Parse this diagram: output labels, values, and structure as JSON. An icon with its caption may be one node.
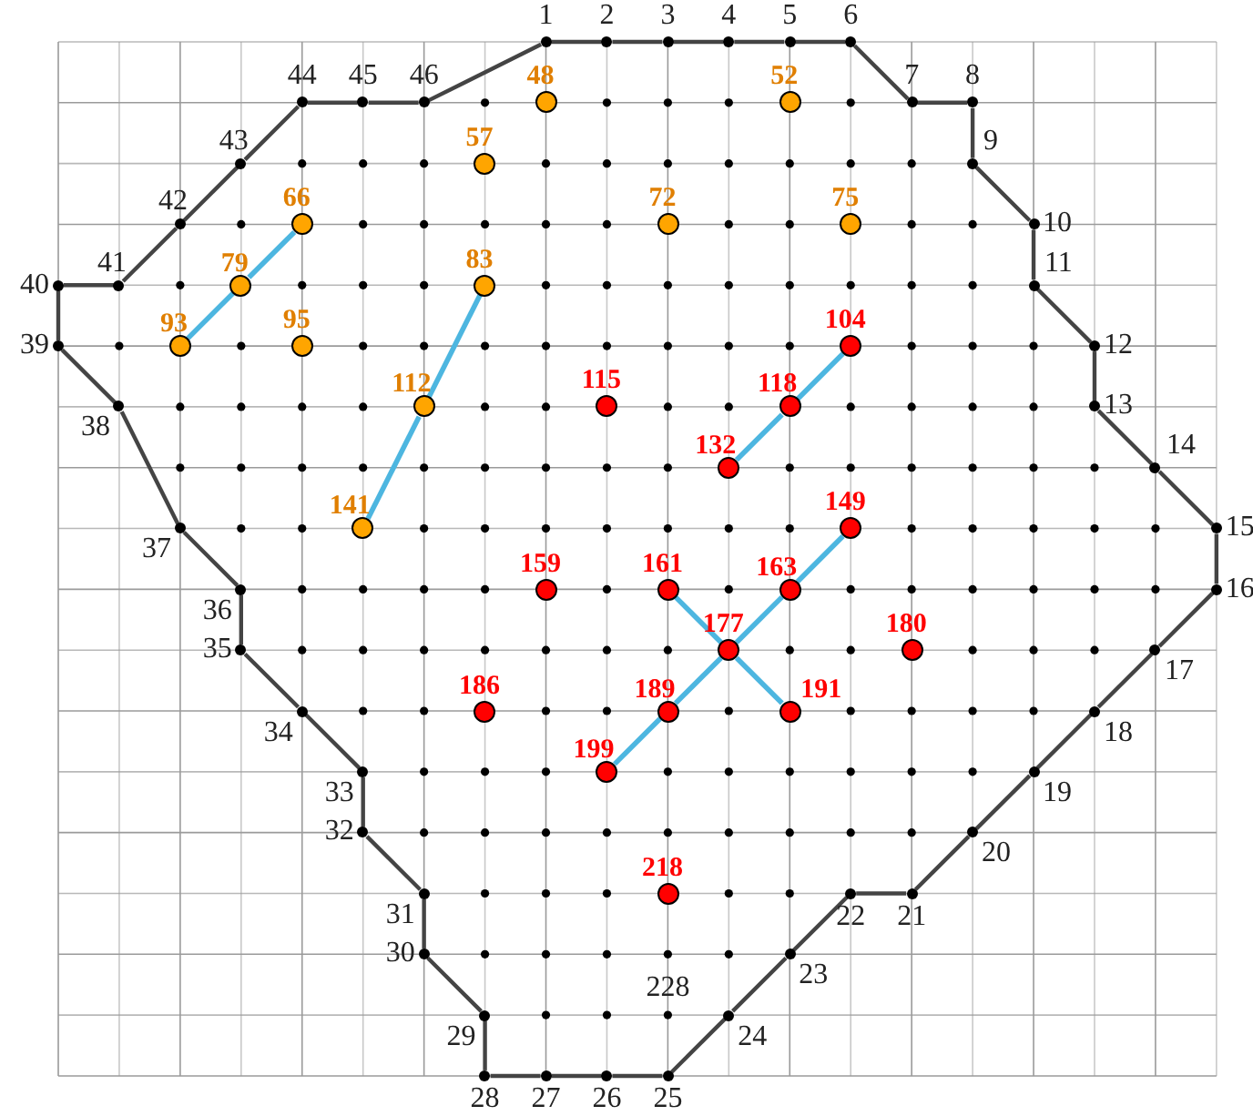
{
  "diagram": {
    "nodes": [
      {
        "text": [],
        "shape": "circle",
        "beside": [
          "1"
        ]
      },
      {
        "text": [],
        "shape": "circle",
        "beside": [
          "2"
        ]
      },
      {
        "text": [],
        "shape": "circle",
        "beside": [
          "3"
        ]
      },
      {
        "text": [],
        "shape": "circle",
        "beside": [
          "4"
        ]
      },
      {
        "text": [],
        "shape": "circle",
        "beside": [
          "5"
        ]
      },
      {
        "text": [],
        "shape": "circle",
        "beside": [
          "6"
        ]
      },
      {
        "text": [],
        "shape": "circle",
        "beside": [
          "7"
        ]
      },
      {
        "text": [],
        "shape": "circle",
        "beside": [
          "8"
        ]
      },
      {
        "text": [],
        "shape": "circle",
        "beside": [
          "9"
        ]
      },
      {
        "text": [],
        "shape": "circle",
        "beside": [
          "10"
        ]
      },
      {
        "text": [],
        "shape": "circle",
        "beside": [
          "11"
        ]
      },
      {
        "text": [],
        "shape": "circle",
        "beside": [
          "12"
        ]
      },
      {
        "text": [],
        "shape": "circle",
        "beside": [
          "13"
        ]
      },
      {
        "text": [],
        "shape": "circle",
        "beside": [
          "14"
        ]
      },
      {
        "text": [],
        "shape": "circle",
        "beside": [
          "15"
        ]
      },
      {
        "text": [],
        "shape": "circle",
        "beside": [
          "16"
        ]
      },
      {
        "text": [],
        "shape": "circle",
        "beside": [
          "17"
        ]
      },
      {
        "text": [],
        "shape": "circle",
        "beside": [
          "18"
        ]
      },
      {
        "text": [],
        "shape": "circle",
        "beside": [
          "19"
        ]
      },
      {
        "text": [],
        "shape": "circle",
        "beside": [
          "20"
        ]
      },
      {
        "text": [],
        "shape": "circle",
        "beside": [
          "21"
        ]
      },
      {
        "text": [],
        "shape": "circle",
        "beside": [
          "22"
        ]
      },
      {
        "text": [],
        "shape": "circle",
        "beside": [
          "23"
        ]
      },
      {
        "text": [],
        "shape": "circle",
        "beside": [
          "24"
        ]
      },
      {
        "text": [],
        "shape": "circle",
        "beside": [
          "25"
        ]
      },
      {
        "text": [],
        "shape": "circle",
        "beside": [
          "26"
        ]
      },
      {
        "text": [],
        "shape": "circle",
        "beside": [
          "27"
        ]
      },
      {
        "text": [],
        "shape": "circle",
        "beside": [
          "28"
        ]
      },
      {
        "text": [],
        "shape": "circle",
        "beside": [
          "29"
        ]
      },
      {
        "text": [],
        "shape": "circle",
        "beside": [
          "30"
        ]
      },
      {
        "text": [],
        "shape": "circle",
        "beside": [
          "31"
        ]
      },
      {
        "text": [],
        "shape": "circle",
        "beside": [
          "32"
        ]
      },
      {
        "text": [],
        "shape": "circle",
        "beside": [
          "33"
        ]
      },
      {
        "text": [],
        "shape": "circle",
        "beside": [
          "34"
        ]
      },
      {
        "text": [],
        "shape": "circle",
        "beside": [
          "35"
        ]
      },
      {
        "text": [],
        "shape": "circle",
        "beside": [
          "36"
        ]
      },
      {
        "text": [],
        "shape": "circle",
        "beside": [
          "37"
        ]
      },
      {
        "text": [],
        "shape": "circle",
        "beside": [
          "38"
        ]
      },
      {
        "text": [],
        "shape": "circle",
        "beside": [
          "39"
        ]
      },
      {
        "text": [],
        "shape": "circle",
        "beside": [
          "40"
        ]
      },
      {
        "text": [],
        "shape": "circle",
        "beside": [
          "41"
        ]
      },
      {
        "text": [],
        "shape": "circle",
        "beside": [
          "42"
        ]
      },
      {
        "text": [],
        "shape": "circle",
        "beside": [
          "43"
        ]
      },
      {
        "text": [],
        "shape": "circle",
        "beside": [
          "44"
        ]
      },
      {
        "text": [],
        "shape": "circle",
        "beside": [
          "45"
        ]
      },
      {
        "text": [],
        "shape": "circle",
        "beside": [
          "46"
        ]
      },
      {
        "text": [],
        "shape": "circle",
        "beside": [
          "48"
        ]
      },
      {
        "text": [],
        "shape": "circle",
        "beside": [
          "52"
        ]
      },
      {
        "text": [],
        "shape": "circle",
        "beside": [
          "57"
        ]
      },
      {
        "text": [],
        "shape": "circle",
        "beside": [
          "66"
        ]
      },
      {
        "text": [],
        "shape": "circle",
        "beside": [
          "72"
        ]
      },
      {
        "text": [],
        "shape": "circle",
        "beside": [
          "75"
        ]
      },
      {
        "text": [],
        "shape": "circle",
        "beside": [
          "79"
        ]
      },
      {
        "text": [],
        "shape": "circle",
        "beside": [
          "83"
        ]
      },
      {
        "text": [],
        "shape": "circle",
        "beside": [
          "93"
        ]
      },
      {
        "text": [],
        "shape": "circle",
        "beside": [
          "95"
        ]
      },
      {
        "text": [],
        "shape": "circle",
        "beside": [
          "104"
        ]
      },
      {
        "text": [],
        "shape": "circle",
        "beside": [
          "112"
        ]
      },
      {
        "text": [],
        "shape": "circle",
        "beside": [
          "115"
        ]
      },
      {
        "text": [],
        "shape": "circle",
        "beside": [
          "118"
        ]
      },
      {
        "text": [],
        "shape": "circle",
        "beside": [
          "132"
        ]
      },
      {
        "text": [],
        "shape": "circle",
        "beside": [
          "141"
        ]
      },
      {
        "text": [],
        "shape": "circle",
        "beside": [
          "149"
        ]
      },
      {
        "text": [],
        "shape": "circle",
        "beside": [
          "159"
        ]
      },
      {
        "text": [],
        "shape": "circle",
        "beside": [
          "161"
        ]
      },
      {
        "text": [],
        "shape": "circle",
        "beside": [
          "163"
        ]
      },
      {
        "text": [],
        "shape": "circle",
        "beside": [
          "177"
        ]
      },
      {
        "text": [],
        "shape": "circle",
        "beside": [
          "180"
        ]
      },
      {
        "text": [],
        "shape": "circle",
        "beside": [
          "186"
        ]
      },
      {
        "text": [],
        "shape": "circle",
        "beside": [
          "189"
        ]
      },
      {
        "text": [],
        "shape": "circle",
        "beside": [
          "191"
        ]
      },
      {
        "text": [],
        "shape": "circle",
        "beside": [
          "199"
        ]
      },
      {
        "text": [],
        "shape": "circle",
        "beside": [
          "218"
        ]
      }
    ],
    "edges": [
      {
        "from": 0,
        "to": 1,
        "arrow": "none"
      },
      {
        "from": 1,
        "to": 2,
        "arrow": "none"
      },
      {
        "from": 2,
        "to": 3,
        "arrow": "none"
      },
      {
        "from": 3,
        "to": 4,
        "arrow": "none"
      },
      {
        "from": 4,
        "to": 5,
        "arrow": "none"
      },
      {
        "from": 5,
        "to": 6,
        "arrow": "none"
      },
      {
        "from": 6,
        "to": 7,
        "arrow": "none"
      },
      {
        "from": 7,
        "to": 8,
        "arrow": "none"
      },
      {
        "from": 8,
        "to": 9,
        "arrow": "none"
      },
      {
        "from": 9,
        "to": 10,
        "arrow": "none"
      },
      {
        "from": 10,
        "to": 11,
        "arrow": "none"
      },
      {
        "from": 11,
        "to": 12,
        "arrow": "none"
      },
      {
        "from": 12,
        "to": 13,
        "arrow": "none"
      },
      {
        "from": 13,
        "to": 14,
        "arrow": "none"
      },
      {
        "from": 14,
        "to": 15,
        "arrow": "none"
      },
      {
        "from": 15,
        "to": 16,
        "arrow": "none"
      },
      {
        "from": 16,
        "to": 17,
        "arrow": "none"
      },
      {
        "from": 17,
        "to": 18,
        "arrow": "none"
      },
      {
        "from": 18,
        "to": 19,
        "arrow": "none"
      },
      {
        "from": 19,
        "to": 20,
        "arrow": "none"
      },
      {
        "from": 20,
        "to": 21,
        "arrow": "none"
      },
      {
        "from": 21,
        "to": 22,
        "arrow": "none"
      },
      {
        "from": 22,
        "to": 23,
        "arrow": "none"
      },
      {
        "from": 23,
        "to": 24,
        "arrow": "none"
      },
      {
        "from": 24,
        "to": 25,
        "arrow": "none"
      },
      {
        "from": 25,
        "to": 26,
        "arrow": "none"
      },
      {
        "from": 26,
        "to": 27,
        "arrow": "none"
      },
      {
        "from": 27,
        "to": 28,
        "arrow": "none"
      },
      {
        "from": 28,
        "to": 29,
        "arrow": "none"
      },
      {
        "from": 29,
        "to": 30,
        "arrow": "none"
      },
      {
        "from": 30,
        "to": 31,
        "arrow": "none"
      },
      {
        "from": 31,
        "to": 32,
        "arrow": "none"
      },
      {
        "from": 32,
        "to": 33,
        "arrow": "none"
      },
      {
        "from": 33,
        "to": 34,
        "arrow": "none"
      },
      {
        "from": 34,
        "to": 35,
        "arrow": "none"
      },
      {
        "from": 35,
        "to": 36,
        "arrow": "none"
      },
      {
        "from": 36,
        "to": 37,
        "arrow": "none"
      },
      {
        "from": 37,
        "to": 38,
        "arrow": "none"
      },
      {
        "from": 38,
        "to": 39,
        "arrow": "none"
      },
      {
        "from": 39,
        "to": 40,
        "arrow": "none"
      },
      {
        "from": 40,
        "to": 41,
        "arrow": "none"
      },
      {
        "from": 41,
        "to": 42,
        "arrow": "none"
      },
      {
        "from": 42,
        "to": 43,
        "arrow": "none"
      },
      {
        "from": 43,
        "to": 44,
        "arrow": "none"
      },
      {
        "from": 44,
        "to": 45,
        "arrow": "none"
      },
      {
        "from": 45,
        "to": 0,
        "arrow": "none"
      },
      {
        "from": 49,
        "to": 52,
        "arrow": "none",
        "color": "#4db6e0"
      },
      {
        "from": 52,
        "to": 54,
        "arrow": "none",
        "color": "#4db6e0"
      },
      {
        "from": 53,
        "to": 57,
        "arrow": "none",
        "color": "#4db6e0"
      },
      {
        "from": 57,
        "to": 61,
        "arrow": "none",
        "color": "#4db6e0"
      },
      {
        "from": 56,
        "to": 59,
        "arrow": "none",
        "color": "#4db6e0"
      },
      {
        "from": 59,
        "to": 60,
        "arrow": "none",
        "color": "#4db6e0"
      },
      {
        "from": 62,
        "to": 65,
        "arrow": "none",
        "color": "#4db6e0"
      },
      {
        "from": 65,
        "to": 66,
        "arrow": "none",
        "color": "#4db6e0"
      },
      {
        "from": 66,
        "to": 69,
        "arrow": "none",
        "color": "#4db6e0"
      },
      {
        "from": 69,
        "to": 71,
        "arrow": "none",
        "color": "#4db6e0"
      },
      {
        "from": 64,
        "to": 66,
        "arrow": "none",
        "color": "#4db6e0"
      },
      {
        "from": 66,
        "to": 70,
        "arrow": "none",
        "color": "#4db6e0"
      }
    ],
    "labels": [
      "228"
    ]
  }
}
